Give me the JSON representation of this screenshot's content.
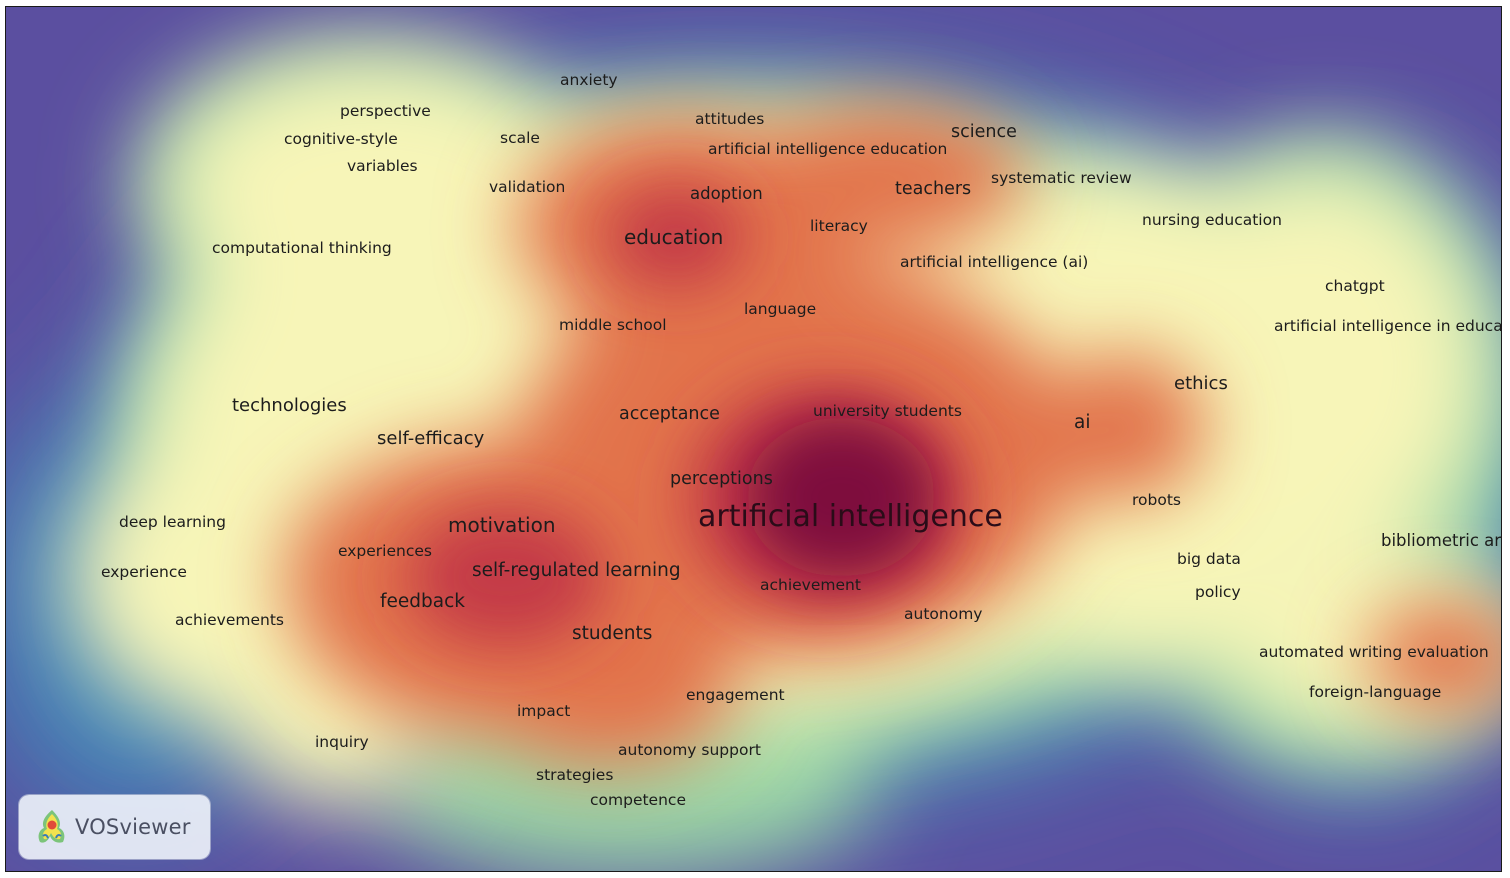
{
  "brand": {
    "name": "VOSviewer",
    "logo_icon": "vosviewer-logo-icon"
  },
  "colors": {
    "low": "#5b4fa0",
    "mid_low": "#3f86b8",
    "mid": "#9ed8a6",
    "high_low": "#f7f5b8",
    "high": "#e2734c",
    "peak": "#7e0f3d"
  },
  "terms": [
    {
      "id": "artificial-intelligence",
      "label": "artificial intelligence",
      "weight": 1.0
    },
    {
      "id": "motivation",
      "label": "motivation",
      "weight": 0.55
    },
    {
      "id": "self-regulated-learning",
      "label": "self-regulated learning",
      "weight": 0.5
    },
    {
      "id": "education",
      "label": "education",
      "weight": 0.55
    },
    {
      "id": "students",
      "label": "students",
      "weight": 0.5
    },
    {
      "id": "feedback",
      "label": "feedback",
      "weight": 0.5
    },
    {
      "id": "ai",
      "label": "ai",
      "weight": 0.5
    },
    {
      "id": "ethics",
      "label": "ethics",
      "weight": 0.45
    },
    {
      "id": "technologies",
      "label": "technologies",
      "weight": 0.45
    },
    {
      "id": "self-efficacy",
      "label": "self-efficacy",
      "weight": 0.45
    },
    {
      "id": "acceptance",
      "label": "acceptance",
      "weight": 0.45
    },
    {
      "id": "perceptions",
      "label": "perceptions",
      "weight": 0.45
    },
    {
      "id": "science",
      "label": "science",
      "weight": 0.45
    },
    {
      "id": "teachers",
      "label": "teachers",
      "weight": 0.45
    },
    {
      "id": "adoption",
      "label": "adoption",
      "weight": 0.4
    },
    {
      "id": "anxiety",
      "label": "anxiety",
      "weight": 0.35
    },
    {
      "id": "perspective",
      "label": "perspective",
      "weight": 0.35
    },
    {
      "id": "cognitive-style",
      "label": "cognitive-style",
      "weight": 0.35
    },
    {
      "id": "variables",
      "label": "variables",
      "weight": 0.35
    },
    {
      "id": "scale",
      "label": "scale",
      "weight": 0.35
    },
    {
      "id": "validation",
      "label": "validation",
      "weight": 0.35
    },
    {
      "id": "attitudes",
      "label": "attitudes",
      "weight": 0.35
    },
    {
      "id": "artificial-intelligence-education",
      "label": "artificial intelligence education",
      "weight": 0.35
    },
    {
      "id": "systematic-review",
      "label": "systematic review",
      "weight": 0.35
    },
    {
      "id": "literacy",
      "label": "literacy",
      "weight": 0.35
    },
    {
      "id": "nursing-education",
      "label": "nursing education",
      "weight": 0.35
    },
    {
      "id": "computational-thinking",
      "label": "computational thinking",
      "weight": 0.35
    },
    {
      "id": "artificial-intelligence-ai",
      "label": "artificial intelligence (ai)",
      "weight": 0.35
    },
    {
      "id": "chatgpt",
      "label": "chatgpt",
      "weight": 0.35
    },
    {
      "id": "language",
      "label": "language",
      "weight": 0.35
    },
    {
      "id": "middle-school",
      "label": "middle school",
      "weight": 0.35
    },
    {
      "id": "artificial-intelligence-in-educa",
      "label": "artificial intelligence in educa",
      "weight": 0.35
    },
    {
      "id": "university-students",
      "label": "university students",
      "weight": 0.35
    },
    {
      "id": "robots",
      "label": "robots",
      "weight": 0.35
    },
    {
      "id": "deep-learning",
      "label": "deep learning",
      "weight": 0.35
    },
    {
      "id": "experiences",
      "label": "experiences",
      "weight": 0.35
    },
    {
      "id": "experience",
      "label": "experience",
      "weight": 0.35
    },
    {
      "id": "bibliometric-ar",
      "label": "bibliometric ar",
      "weight": 0.4
    },
    {
      "id": "big-data",
      "label": "big data",
      "weight": 0.35
    },
    {
      "id": "achievement",
      "label": "achievement",
      "weight": 0.35
    },
    {
      "id": "policy",
      "label": "policy",
      "weight": 0.35
    },
    {
      "id": "achievements",
      "label": "achievements",
      "weight": 0.35
    },
    {
      "id": "autonomy",
      "label": "autonomy",
      "weight": 0.35
    },
    {
      "id": "automated-writing-evaluation",
      "label": "automated writing evaluation",
      "weight": 0.35
    },
    {
      "id": "foreign-language",
      "label": "foreign-language",
      "weight": 0.35
    },
    {
      "id": "engagement",
      "label": "engagement",
      "weight": 0.35
    },
    {
      "id": "impact",
      "label": "impact",
      "weight": 0.35
    },
    {
      "id": "inquiry",
      "label": "inquiry",
      "weight": 0.35
    },
    {
      "id": "autonomy-support",
      "label": "autonomy support",
      "weight": 0.35
    },
    {
      "id": "strategies",
      "label": "strategies",
      "weight": 0.35
    },
    {
      "id": "competence",
      "label": "competence",
      "weight": 0.35
    }
  ]
}
